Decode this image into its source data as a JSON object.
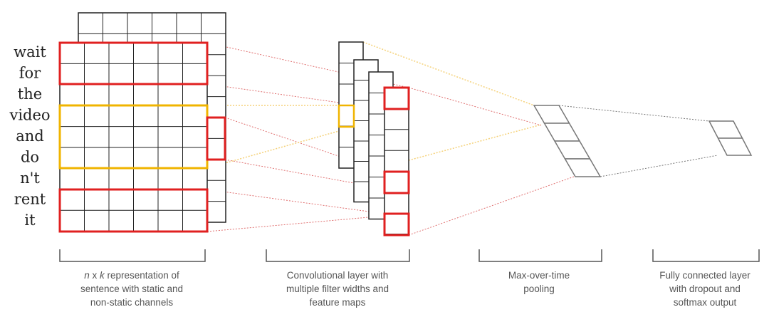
{
  "words": [
    "wait",
    "for",
    "the",
    "video",
    "and",
    "do",
    "n't",
    "rent",
    "it"
  ],
  "captions": {
    "sentence_matrix": {
      "line1_var_n": "n",
      "line1_x": " x ",
      "line1_var_k": "k",
      "line1_rest": " representation of",
      "line2": "sentence with static and",
      "line3": "non-static channels"
    },
    "conv_layer": [
      "Convolutional layer with",
      "multiple filter widths and",
      "feature maps"
    ],
    "pooling": [
      "Max-over-time",
      "pooling"
    ],
    "fully_connected": [
      "Fully connected layer",
      "with dropout and",
      "softmax output"
    ]
  },
  "colors": {
    "grid": "#222222",
    "filter_red": "#e02020",
    "filter_yellow": "#f0b400",
    "connector_red": "#e07070",
    "connector_yellow": "#f5d27a",
    "pool_gray": "#777777",
    "bracket": "#555555"
  }
}
